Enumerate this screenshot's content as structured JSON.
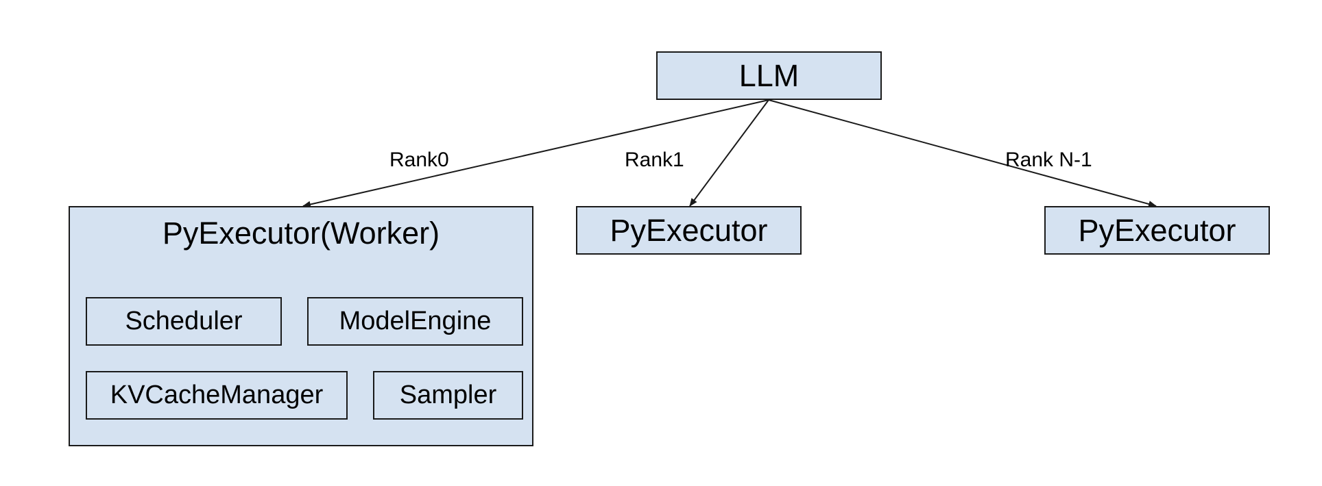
{
  "colors": {
    "box_fill": "#d5e2f1",
    "box_stroke": "#1a1a1a",
    "edge_stroke": "#1a1a1a",
    "text": "#000000"
  },
  "nodes": {
    "llm": {
      "label": "LLM"
    },
    "worker": {
      "label": "PyExecutor(Worker)",
      "components": {
        "scheduler": "Scheduler",
        "model_engine": "ModelEngine",
        "kv_cache_manager": "KVCacheManager",
        "sampler": "Sampler"
      }
    },
    "executor_rank1": {
      "label": "PyExecutor"
    },
    "executor_rank_n1": {
      "label": "PyExecutor"
    }
  },
  "edges": [
    {
      "from": "LLM",
      "to": "PyExecutor(Worker)",
      "label": "Rank0"
    },
    {
      "from": "LLM",
      "to": "PyExecutor",
      "label": "Rank1"
    },
    {
      "from": "LLM",
      "to": "PyExecutor",
      "label": "Rank N-1"
    }
  ]
}
